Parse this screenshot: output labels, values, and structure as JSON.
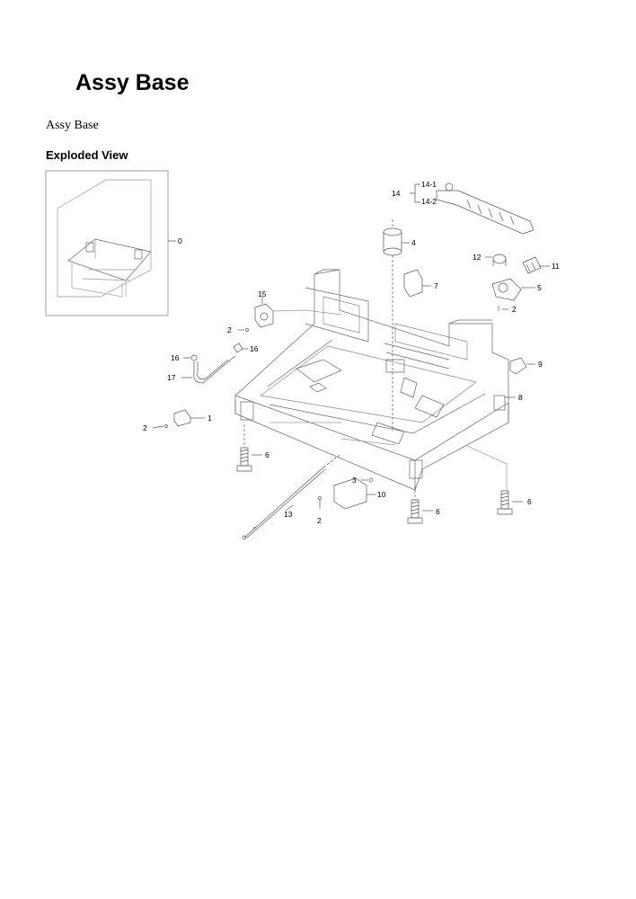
{
  "page": {
    "title": "Assy Base",
    "subtitle": "Assy Base",
    "section_heading": "Exploded View"
  },
  "callouts": {
    "c0": "0",
    "c1": "1",
    "c2a": "2",
    "c2b": "2",
    "c2c": "2",
    "c2d": "2",
    "c3": "3",
    "c4": "4",
    "c5": "5",
    "c6a": "6",
    "c6b": "6",
    "c6c": "6",
    "c7": "7",
    "c8": "8",
    "c9": "9",
    "c10": "10",
    "c11": "11",
    "c12": "12",
    "c13": "13",
    "c14": "14",
    "c14_1": "14-1",
    "c14_2": "14-2",
    "c15": "15",
    "c16a": "16",
    "c16b": "16",
    "c17": "17"
  }
}
